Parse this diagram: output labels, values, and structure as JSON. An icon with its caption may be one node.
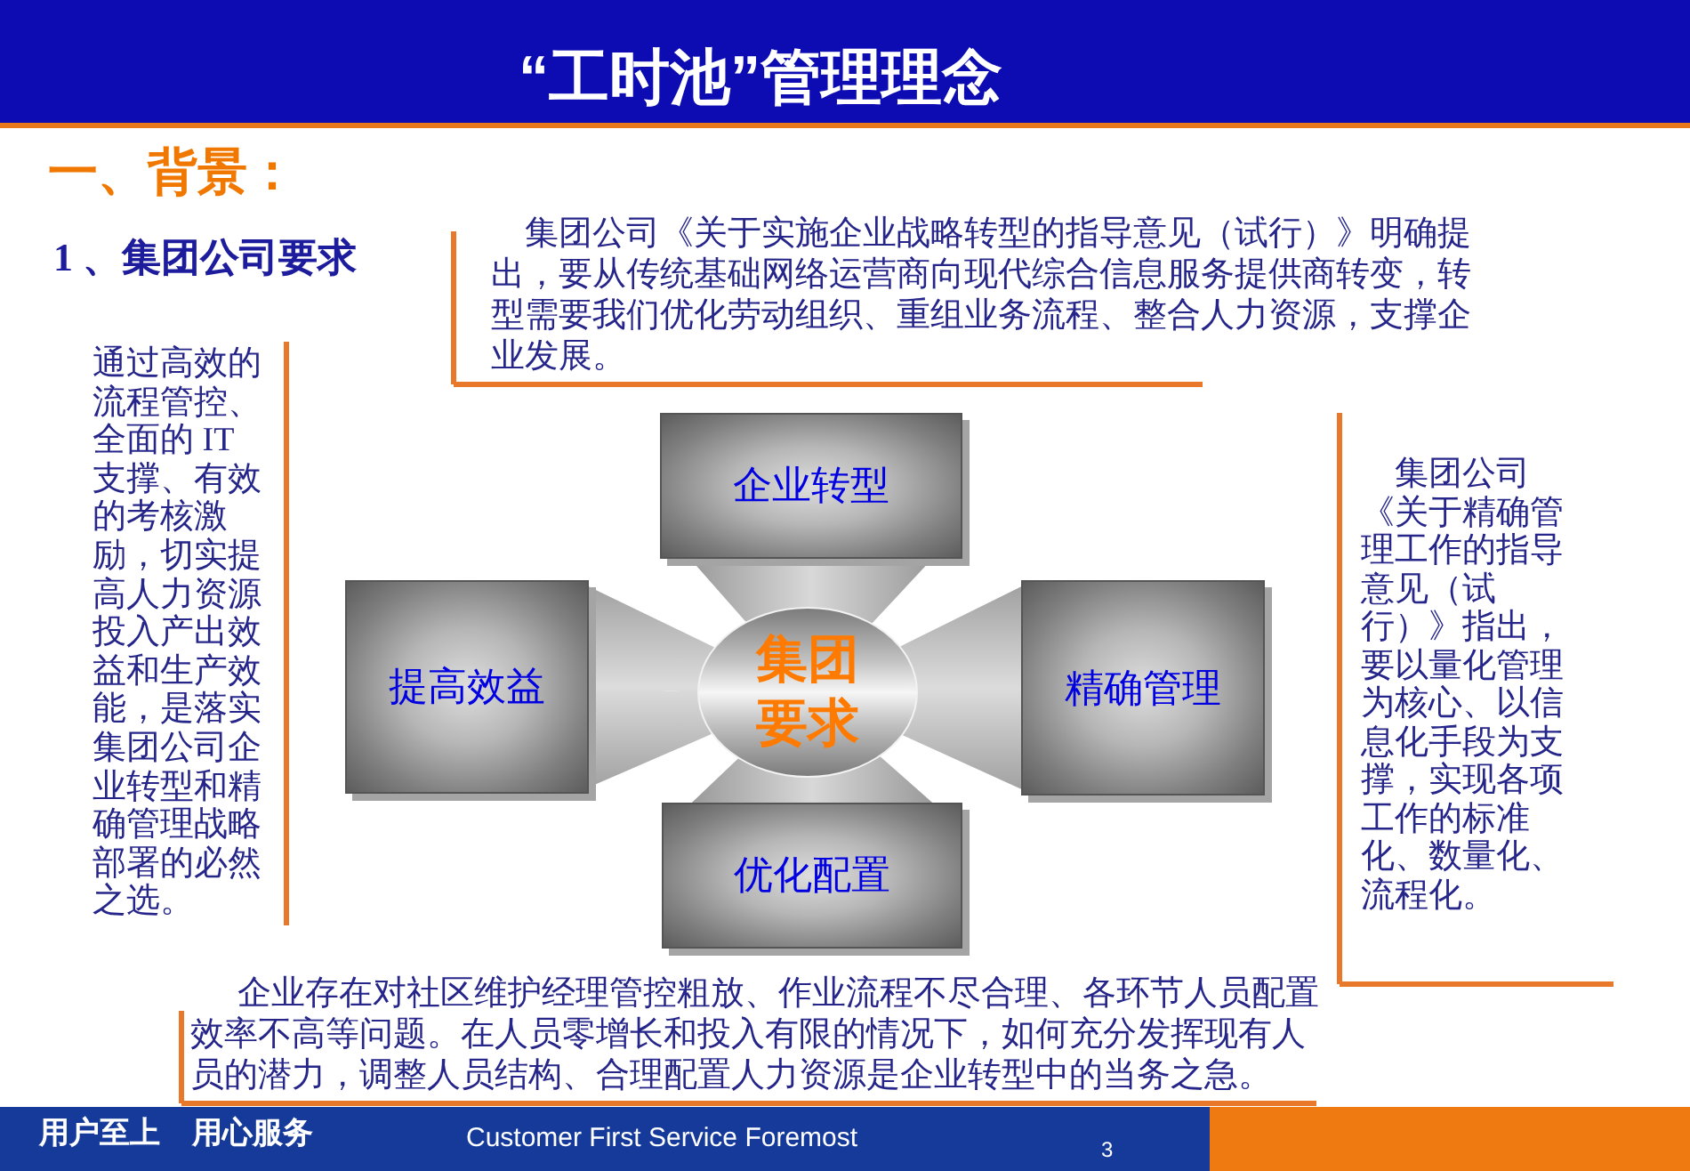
{
  "diagram": {
    "title": "“工时池”管理理念",
    "nodes": [
      {
        "text": [
          "企业转型"
        ]
      },
      {
        "text": [
          "提高效益"
        ]
      },
      {
        "text": [
          "集团要求"
        ]
      },
      {
        "text": [
          "精确管理"
        ]
      },
      {
        "text": [
          "优化配置"
        ]
      }
    ],
    "edges": [
      {
        "from": 2,
        "to": 0,
        "arrow": "none"
      },
      {
        "from": 2,
        "to": 1,
        "arrow": "none"
      },
      {
        "from": 2,
        "to": 3,
        "arrow": "none"
      },
      {
        "from": 2,
        "to": 4,
        "arrow": "none"
      }
    ],
    "labels": [
      "一、背景：",
      "1 、集团公司要求",
      "集团公司《关于实施企业战略转型的指导意见（试行）》明确提出，要从传统基础网络运营商向现代综合信息服务提供商转变，转型需要我们优化劳动组织、重组业务流程、整合人力资源，支撑企业发展。",
      "通过高效的流程管控、全面的 IT 支撑、有效的考核激励，切实提高人力资源投入产出效益和生产效能，是落实集团公司企业转型和精确管理战略部署的必然之选。",
      "集团公司《关于精确管理工作的指导意见（试行）》指出，要以量化管理为核心、以信息化手段为支撑，实现各项工作的标准化、数量化、流程化。",
      "企业存在对社区维护经理管控粗放、作业流程不尽合理、各环节人员配置效率不高等问题。在人员零增长和投入有限的情况下，如何充分发挥现有人员的潜力，调整人员结构、合理配置人力资源是企业转型中的当务之急。",
      "用户至上",
      "用心服务",
      "Customer First Service Foremost",
      "3"
    ]
  }
}
